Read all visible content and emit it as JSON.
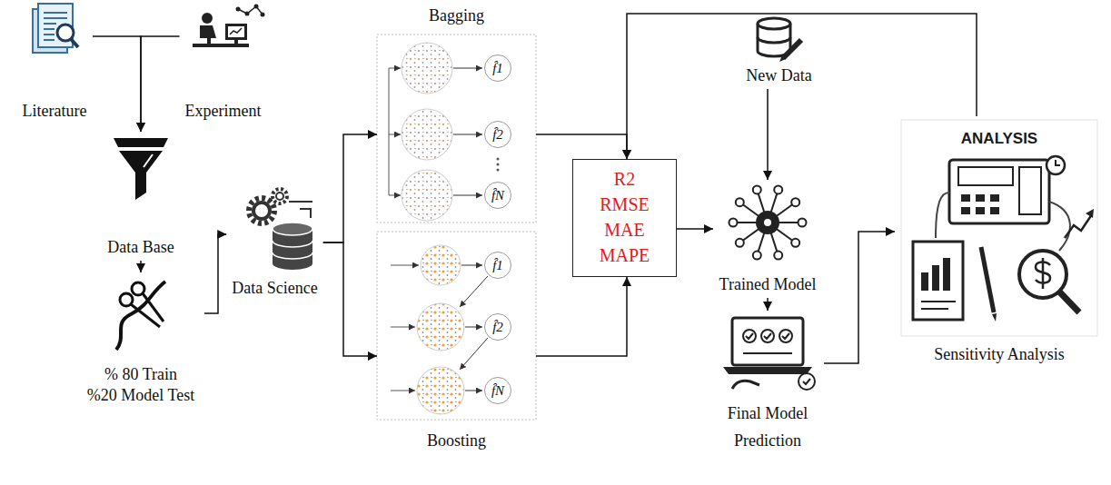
{
  "diagram": {
    "nodes": [
      {
        "text": [
          "Literature"
        ]
      },
      {
        "text": [
          "Experiment"
        ]
      },
      {
        "text": [
          "Data Base"
        ]
      },
      {
        "text": [
          "% 80 Train",
          "%20 Model Test"
        ]
      },
      {
        "text": [
          "Data Science"
        ]
      },
      {
        "text": [
          "Bagging"
        ]
      },
      {
        "text": [
          "f̂1"
        ],
        "in": 5
      },
      {
        "text": [
          "f̂2"
        ],
        "in": 5
      },
      {
        "text": [
          "f̂N"
        ],
        "in": 5
      },
      {
        "text": [
          "Boosting"
        ]
      },
      {
        "text": [
          "f̂1"
        ],
        "in": 9
      },
      {
        "text": [
          "f̂2"
        ],
        "in": 9
      },
      {
        "text": [
          "f̂N"
        ],
        "in": 9
      },
      {
        "text": [
          "R2",
          "RMSE",
          "MAE",
          "MAPE"
        ]
      },
      {
        "text": [
          "New Data"
        ]
      },
      {
        "text": [
          "Trained Model"
        ]
      },
      {
        "text": [
          "Final Model Prediction"
        ]
      },
      {
        "text": [
          "ANALYSIS",
          "Sensitivity Analysis"
        ]
      }
    ],
    "edges": [
      {
        "from": 0,
        "to": 2,
        "arrow": "to"
      },
      {
        "from": 1,
        "to": 2,
        "arrow": "to"
      },
      {
        "from": 2,
        "to": 3,
        "arrow": "to"
      },
      {
        "from": 3,
        "to": 4,
        "arrow": "to"
      },
      {
        "from": 4,
        "to": 5,
        "arrow": "to"
      },
      {
        "from": 4,
        "to": 9,
        "arrow": "to"
      },
      {
        "from": 5,
        "to": 13,
        "arrow": "to"
      },
      {
        "from": 9,
        "to": 13,
        "arrow": "to"
      },
      {
        "from": 13,
        "to": 15,
        "arrow": "to"
      },
      {
        "from": 14,
        "to": 15,
        "arrow": "to"
      },
      {
        "from": 15,
        "to": 16,
        "arrow": "to"
      },
      {
        "from": 16,
        "to": 17,
        "arrow": "to"
      },
      {
        "from": 17,
        "to": 13,
        "arrow": "to"
      }
    ]
  }
}
